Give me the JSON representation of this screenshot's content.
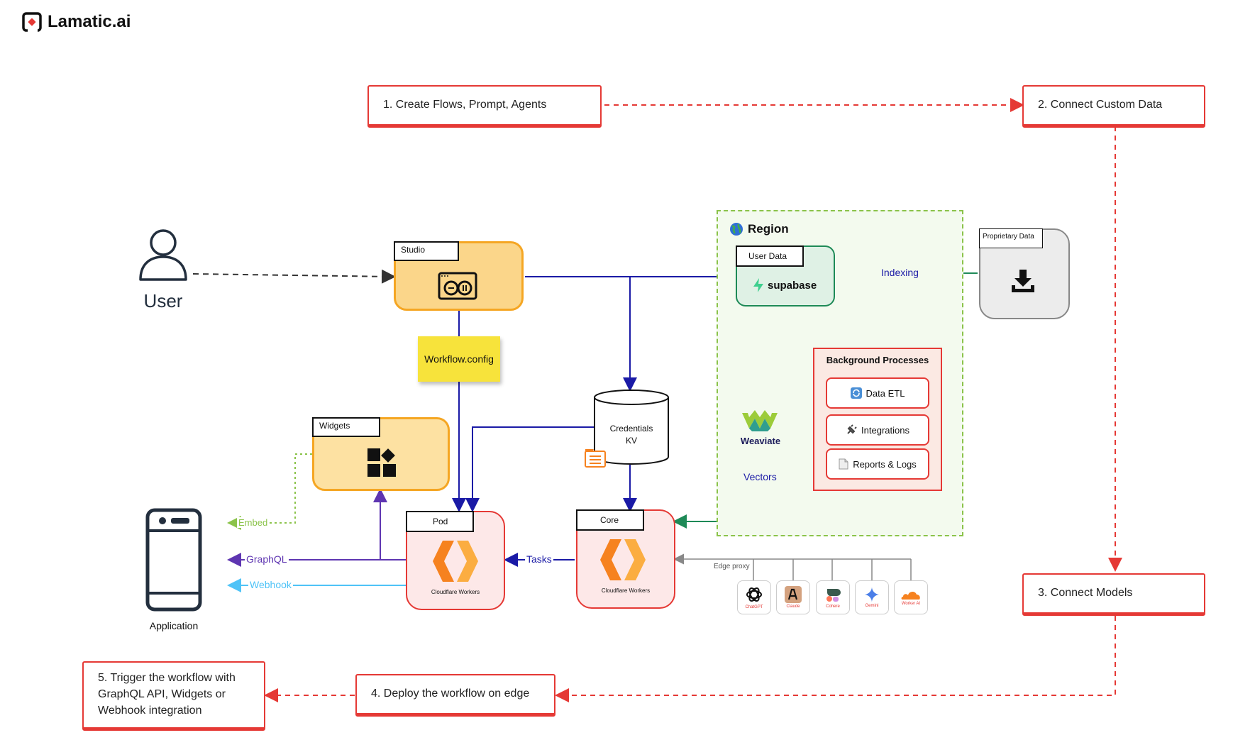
{
  "brand": {
    "name": "Lamatic.ai",
    "logo": "lamatic-logo-icon"
  },
  "steps": {
    "step1": "1. Create Flows, Prompt, Agents",
    "step2": "2. Connect Custom Data",
    "step3": "3. Connect Models",
    "step4": "4. Deploy the workflow on edge",
    "step5": [
      "5. Trigger the workflow with",
      "GraphQL API, Widgets or",
      "Webhook integration"
    ]
  },
  "user": {
    "label": "User",
    "icon": "user-icon"
  },
  "studio": {
    "tab": "Studio",
    "icon": "studio-editor-icon"
  },
  "workflow_config": "Workflow.config",
  "widgets": {
    "tab": "Widgets",
    "icon": "widgets-icon"
  },
  "credentials": {
    "line1": "Credentials",
    "line2": "KV",
    "icon": "document-list-icon"
  },
  "pod": {
    "tab": "Pod",
    "caption": "Cloudflare Workers"
  },
  "core": {
    "tab": "Core",
    "caption": "Cloudflare Workers"
  },
  "region": {
    "title": "Region",
    "icon": "globe-icon",
    "user_data": {
      "tab": "User Data",
      "brand": "supabase"
    },
    "indexing": "Indexing",
    "weaviate": "Weaviate",
    "vectors": "Vectors",
    "background": {
      "title": "Background Processes",
      "items": [
        "Data ETL",
        "Integrations",
        "Reports & Logs"
      ],
      "icons": [
        "refresh-icon",
        "plug-icon",
        "document-icon"
      ]
    }
  },
  "proprietary": {
    "tab": "Proprietary Data",
    "icon": "download-icon"
  },
  "application": {
    "label": "Application",
    "icon": "smartphone-icon"
  },
  "connections": {
    "embed": "Embed",
    "graphql": "GraphQL",
    "webhook": "Webhook",
    "tasks": "Tasks",
    "edge_proxy": "Edge proxy"
  },
  "models": [
    "ChatGPT",
    "Claude",
    "Cohere",
    "Gemini",
    "Worker AI"
  ],
  "colors": {
    "step_red": "#e53935",
    "flow_navy": "#1a1aa6",
    "index_green": "#1e8a57",
    "embed_green": "#8bc34a",
    "graphql_purple": "#5e35b1",
    "webhook_blue": "#4fc3f7",
    "studio_yellow": "#fbd68a",
    "worker_orange": "#f6821f",
    "region_bg": "#f3faee"
  }
}
